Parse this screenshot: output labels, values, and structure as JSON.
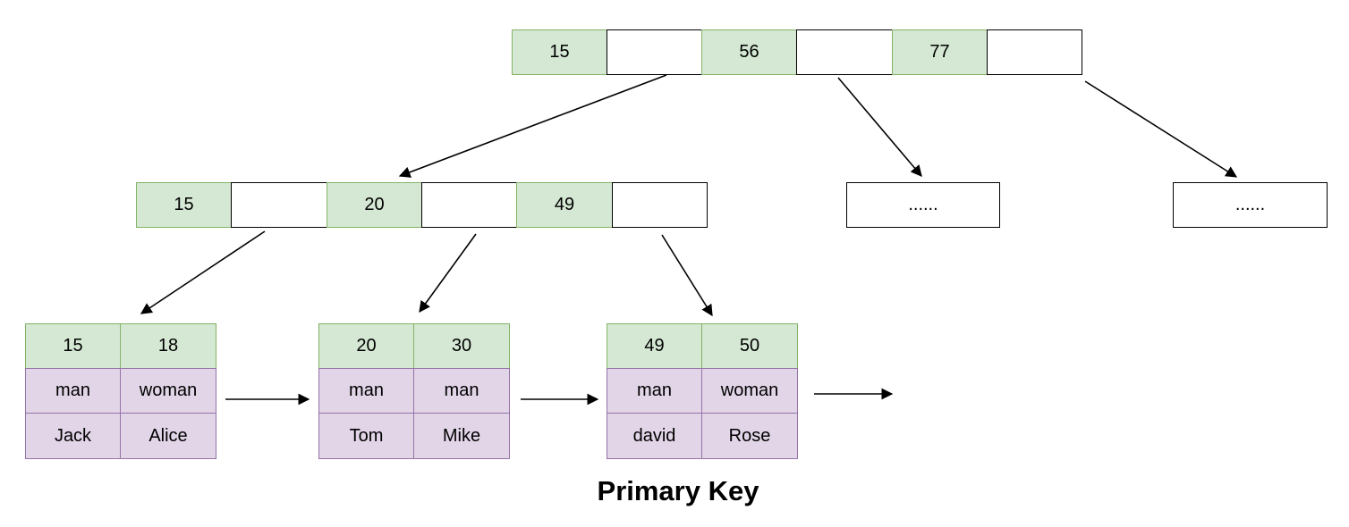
{
  "root_node": {
    "keys": [
      "15",
      "56",
      "77"
    ]
  },
  "internal_node": {
    "keys": [
      "15",
      "20",
      "49"
    ]
  },
  "placeholder_nodes": [
    "......",
    "......"
  ],
  "leaves": [
    {
      "keys": [
        "15",
        "18"
      ],
      "gender": [
        "man",
        "woman"
      ],
      "names": [
        "Jack",
        "Alice"
      ]
    },
    {
      "keys": [
        "20",
        "30"
      ],
      "gender": [
        "man",
        "man"
      ],
      "names": [
        "Tom",
        "Mike"
      ]
    },
    {
      "keys": [
        "49",
        "50"
      ],
      "gender": [
        "man",
        "woman"
      ],
      "names": [
        "david",
        "Rose"
      ]
    }
  ],
  "caption": "Primary Key",
  "colors": {
    "key_fill": "#d5e8d4",
    "key_border": "#82b366",
    "row_fill": "#e1d5e7",
    "row_border": "#9673a6"
  }
}
